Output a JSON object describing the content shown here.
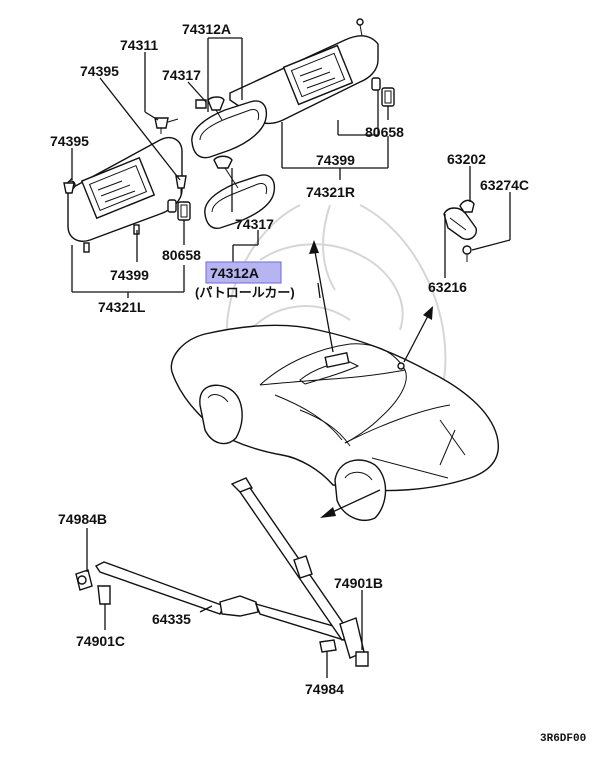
{
  "labels": {
    "p74311": "74311",
    "p74312A_top": "74312A",
    "p74395_a": "74395",
    "p74317_a": "74317",
    "p74395_b": "74395",
    "p80658_r": "80658",
    "p74399_r": "74399",
    "p74321R": "74321R",
    "p80658_l": "80658",
    "p74317_b": "74317",
    "p74399_l": "74399",
    "p74321L": "74321L",
    "p74312A_highlight": "74312A",
    "patrol_car_note": "(パトロールカー)",
    "p63202": "63202",
    "p63274C": "63274C",
    "p63216": "63216",
    "p74984B": "74984B",
    "p74901B": "74901B",
    "p64335": "64335",
    "p74901C": "74901C",
    "p74984": "74984",
    "diagram_code": "3R6DF00"
  },
  "colors": {
    "highlight_fill": "#b7b4f2",
    "highlight_border": "#6e6ad8",
    "line": "#111111",
    "watermark": "#d6d6d6"
  }
}
